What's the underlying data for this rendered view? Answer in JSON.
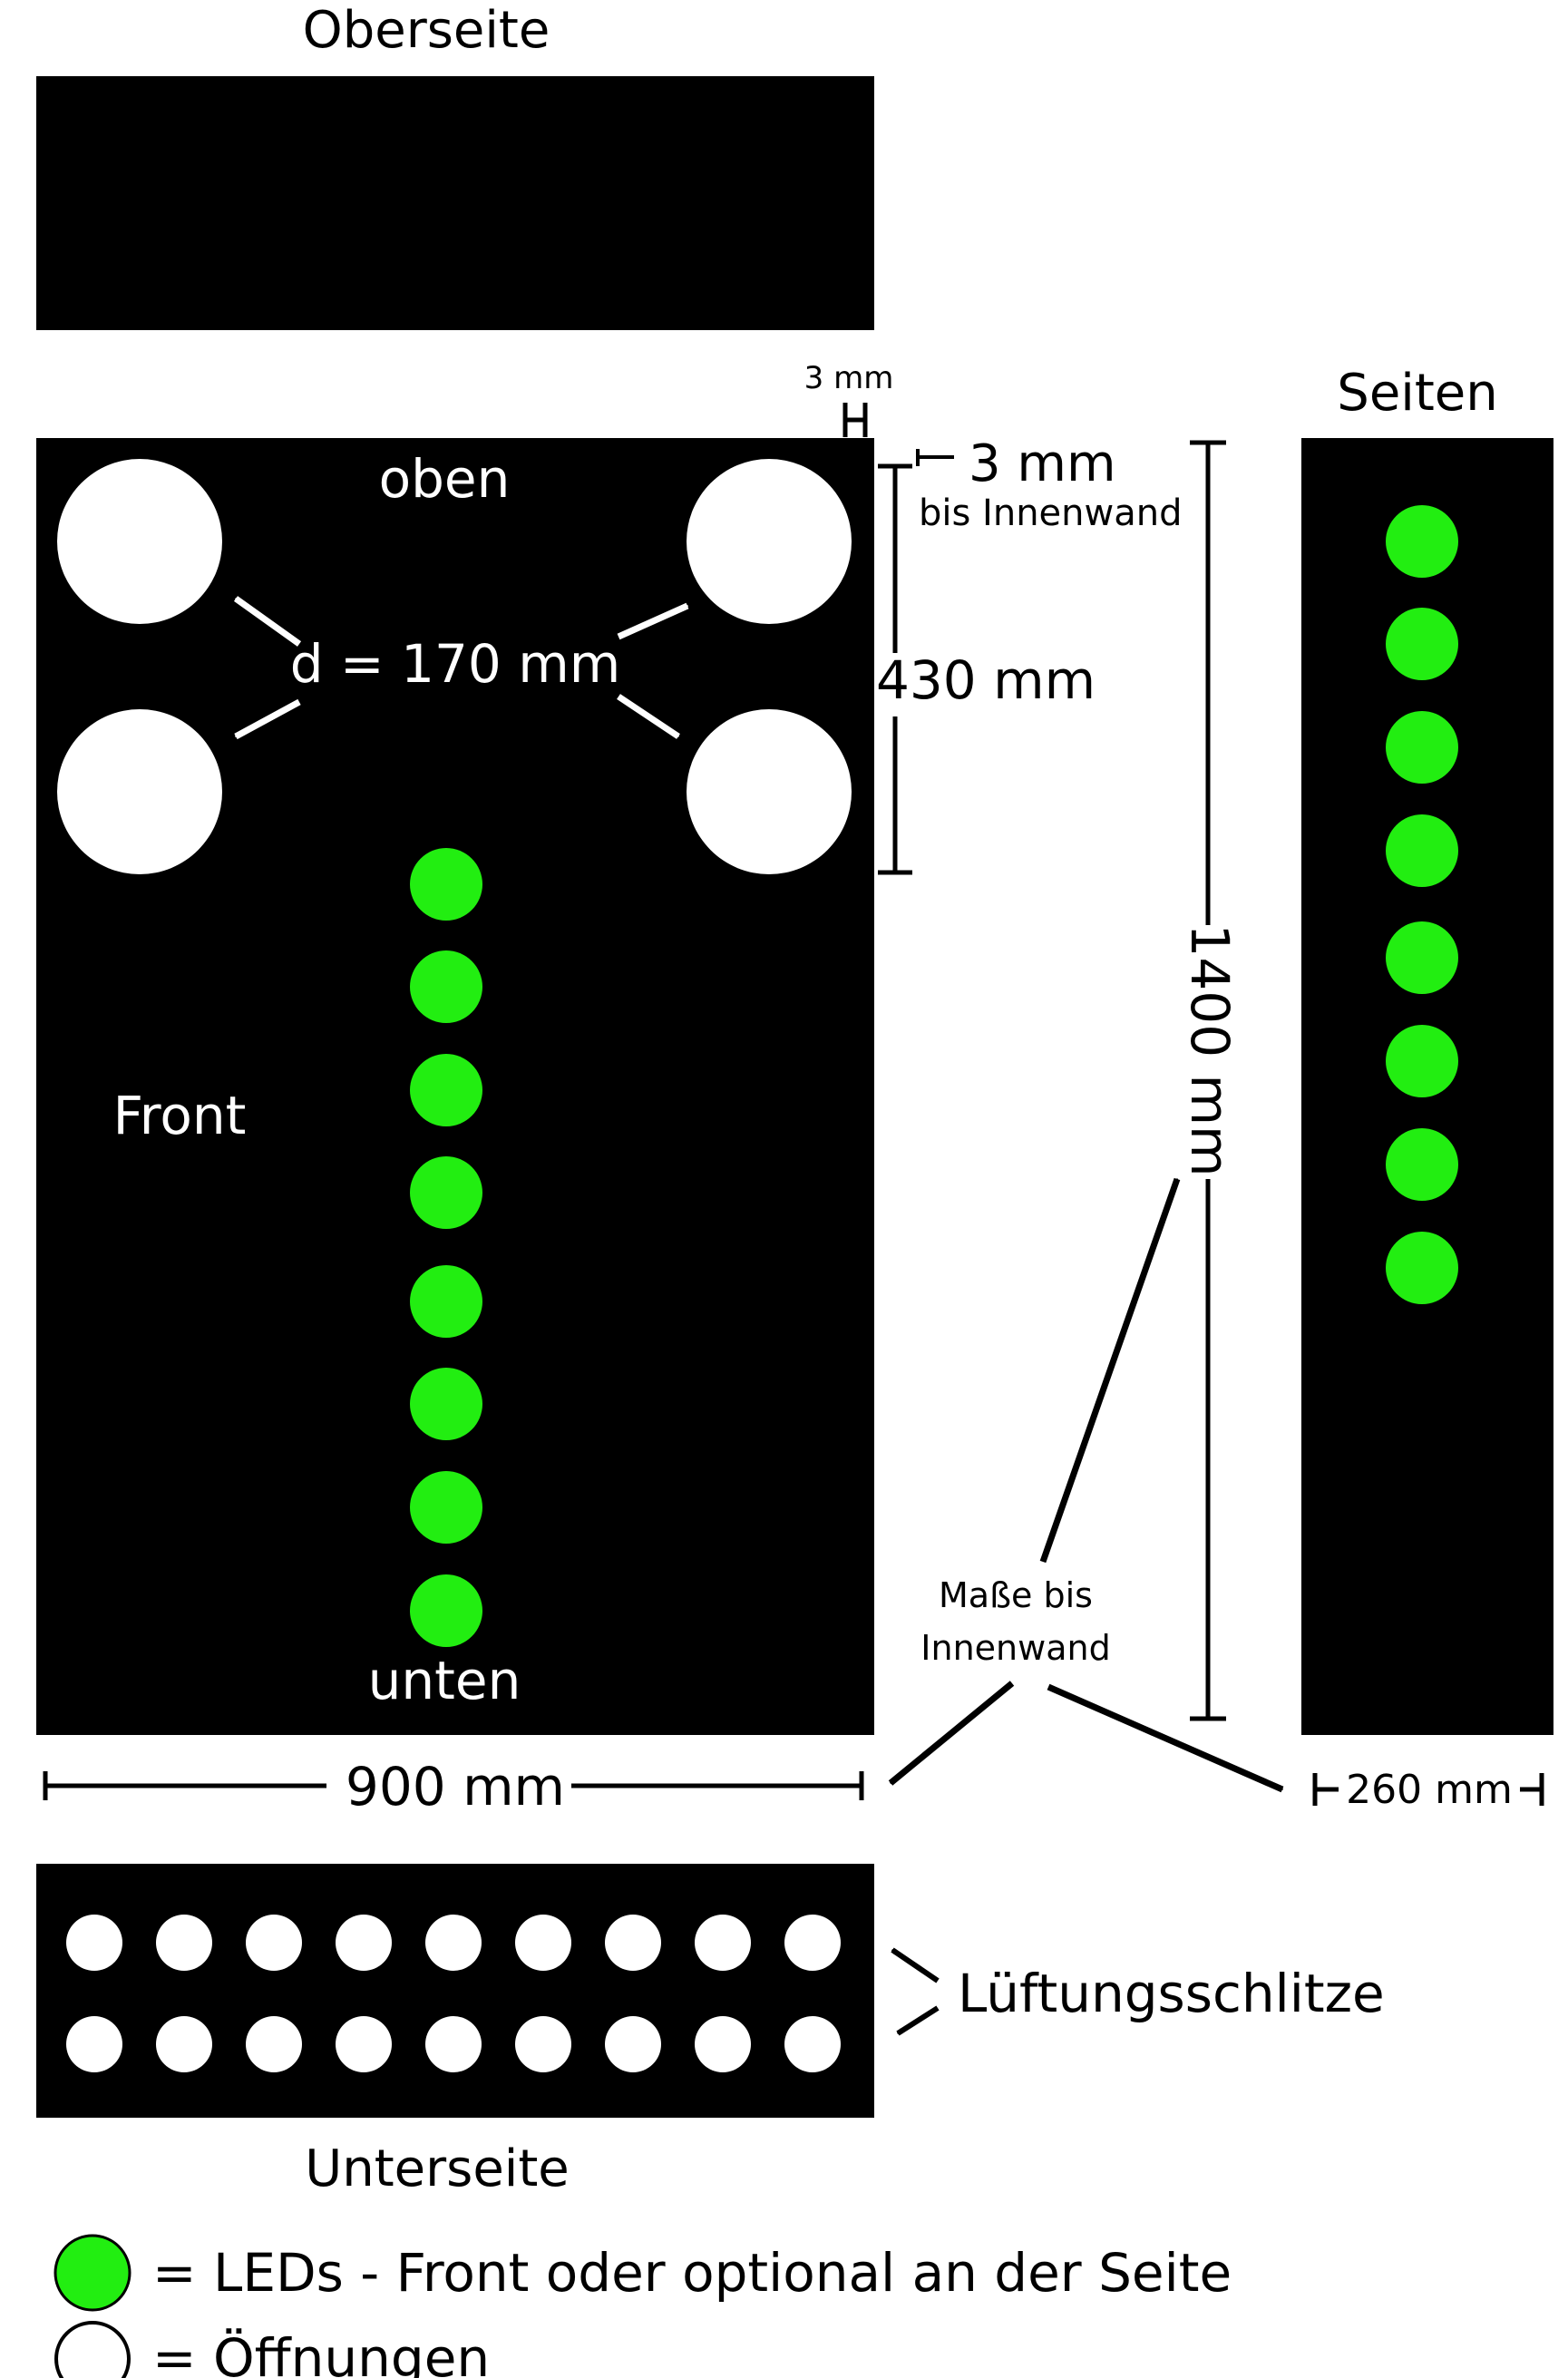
{
  "labels": {
    "top_panel": "Oberseite",
    "sides_panel": "Seiten",
    "bottom_panel": "Unterseite",
    "front": "Front",
    "front_top": "oben",
    "front_bottom": "unten",
    "hole_diameter": "d = 170 mm",
    "wall_gap_top": "3 mm",
    "wall_gap_right": "3 mm",
    "wall_gap_right_note": "bis Innenwand",
    "hole_zone_height": "430 mm",
    "total_height": "1400 mm",
    "total_width": "900 mm",
    "side_depth": "260 mm",
    "inner_note_line1": "Maße bis",
    "inner_note_line2": "Innenwand",
    "vents": "Lüftungsschlitze"
  },
  "legend": [
    {
      "symbol": "led",
      "color": "#22ee11",
      "text": "= LEDs - Front oder optional an der Seite"
    },
    {
      "symbol": "opening",
      "color": "#ffffff",
      "text": "= Öffnungen"
    }
  ],
  "counts": {
    "front_leds": 8,
    "side_leds": 8,
    "front_openings": 4,
    "vent_rows": 2,
    "vent_columns": 9
  },
  "colors": {
    "panel": "#000000",
    "led": "#22ee11",
    "opening": "#ffffff"
  }
}
